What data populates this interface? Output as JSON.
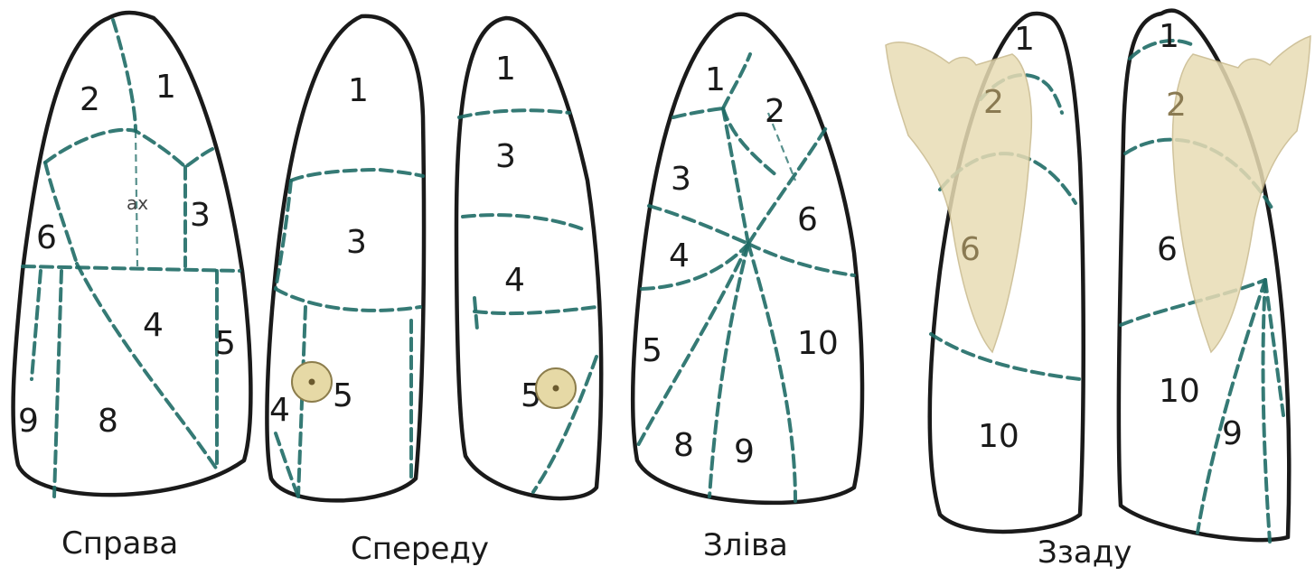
{
  "captions": {
    "right": "Справа",
    "front": "Спереду",
    "left": "Зліва",
    "back": "Ззаду"
  },
  "segment_labels": {
    "right": [
      "2",
      "1",
      "ах",
      "3",
      "6",
      "4",
      "5",
      "9",
      "8"
    ],
    "front_right": [
      "1",
      "3",
      "4",
      "5"
    ],
    "front_left": [
      "1",
      "3",
      "4",
      "5"
    ],
    "left": [
      "1",
      "2",
      "3",
      "6",
      "4",
      "10",
      "5",
      "8",
      "9"
    ],
    "back_left": [
      "1",
      "2",
      "6",
      "10"
    ],
    "back_right": [
      "1",
      "2",
      "6",
      "10",
      "9"
    ]
  },
  "colors": {
    "outline": "#1a1a1a",
    "segment_lines": "#1f6b66",
    "scapula": "#e8dcb5"
  }
}
